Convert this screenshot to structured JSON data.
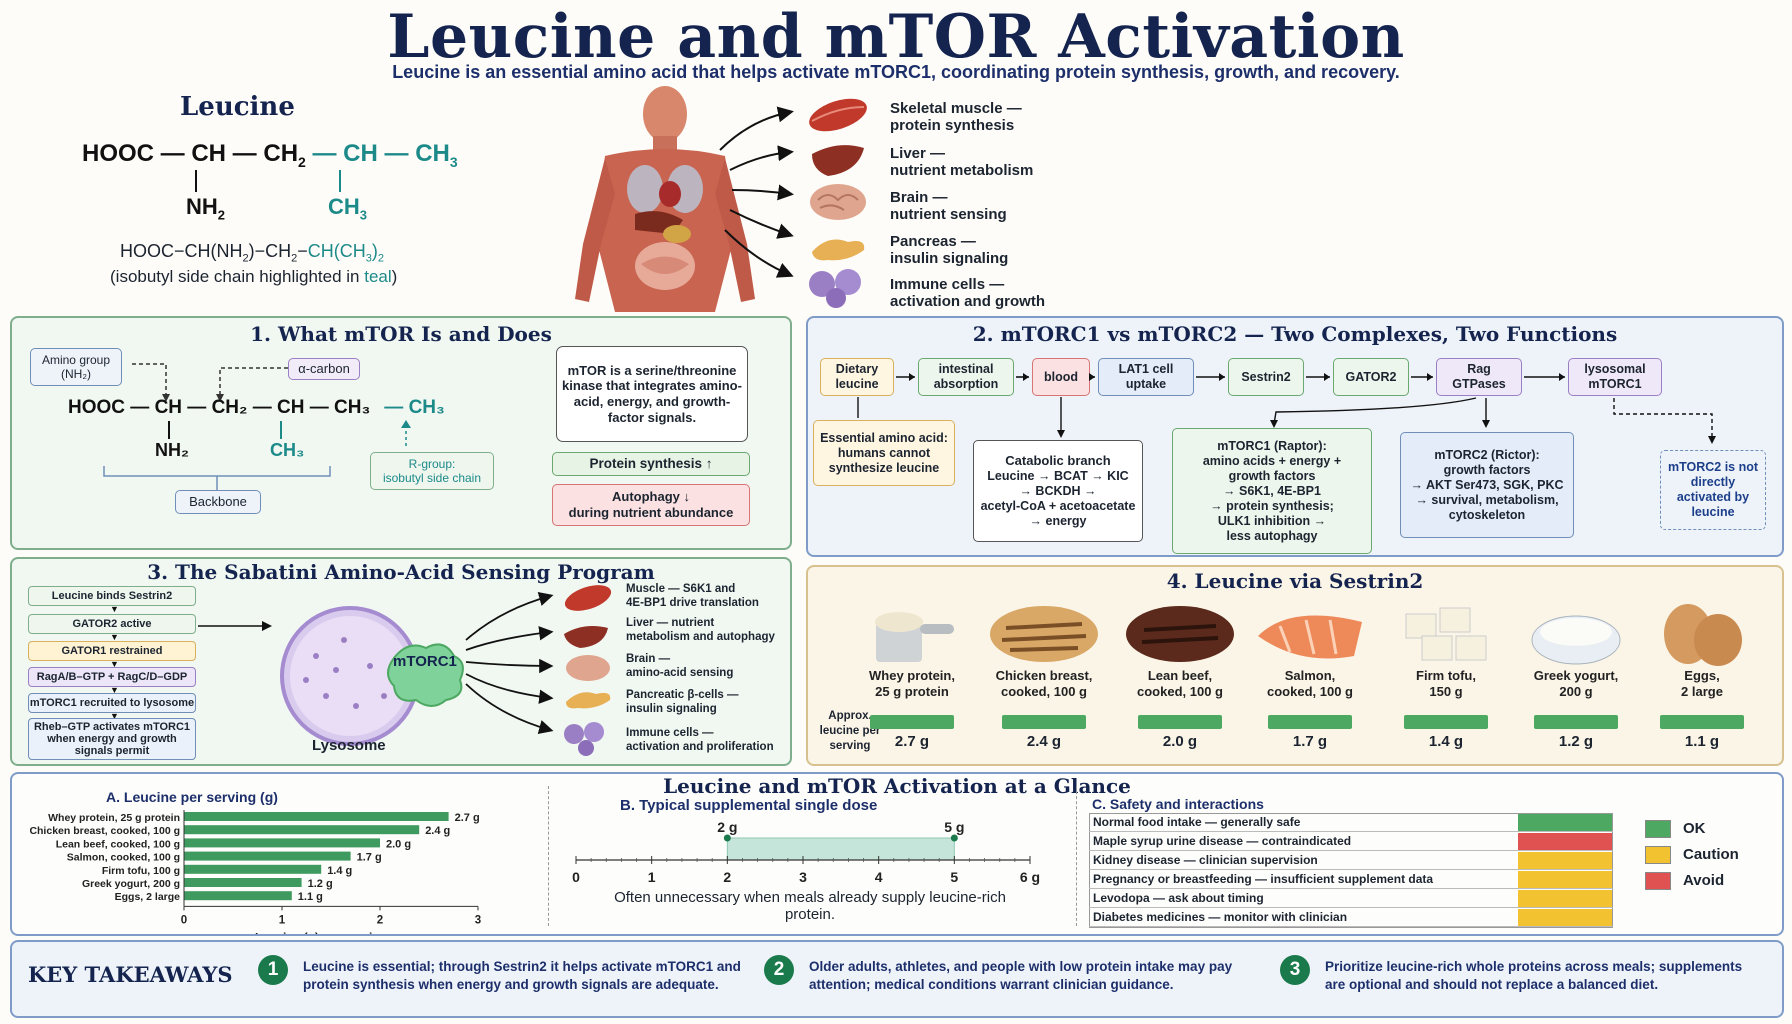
{
  "header": {
    "title": "Leucine and mTOR Activation",
    "subtitle": "Leucine is an essential amino acid that helps activate mTORC1, coordinating protein synthesis, growth, and recovery."
  },
  "leucine_structure": {
    "name": "Leucine",
    "line1_left": "HOOC",
    "line1_ch": "CH",
    "line1_ch2": "CH",
    "line1_ch2_sub": "2",
    "line1_ch_teal": "CH",
    "line1_ch3": "CH",
    "line1_ch3_sub": "3",
    "nh2": "NH",
    "nh2_sub": "2",
    "ch3_teal": "CH",
    "ch3_teal_sub": "3",
    "condensed_prefix": "HOOC−CH(NH",
    "condensed_sub1": "2",
    "condensed_mid": ")−CH",
    "condensed_sub2": "2",
    "condensed_dash": "−",
    "condensed_teal": "CH(CH",
    "condensed_sub3": "3",
    "condensed_teal_end": ")",
    "condensed_sub4": "2",
    "note_prefix": "(isobutyl side chain highlighted in ",
    "note_teal": "teal",
    "note_suffix": ")"
  },
  "organs": [
    {
      "name": "Skeletal muscle —",
      "detail": "protein synthesis",
      "color": "#c0392b"
    },
    {
      "name": "Liver —",
      "detail": "nutrient metabolism",
      "color": "#8e2f23"
    },
    {
      "name": "Brain —",
      "detail": "nutrient sensing",
      "color": "#e0a58e"
    },
    {
      "name": "Pancreas —",
      "detail": "insulin signaling",
      "color": "#e8b054"
    },
    {
      "name": "Immune cells —",
      "detail": "activation and growth",
      "color": "#9b7fc4"
    }
  ],
  "panel1": {
    "title": "1. What mTOR Is and Does",
    "amino_group": "Amino group",
    "amino_group_sub": "(NH₂)",
    "alpha_carbon": "α-carbon",
    "formula_hooc": "HOOC",
    "formula_ch": "CH",
    "formula_ch2": "CH₂",
    "formula_ch3": "CH₃",
    "formula_nh2": "NH₂",
    "formula_ch3_teal": "CH₃",
    "side_ch3": "CH₃",
    "r_group": "R-group:",
    "r_group_detail": "isobutyl side chain",
    "backbone": "Backbone",
    "mtor_desc": "mTOR is a serine/threonine kinase that integrates amino-acid, energy, and growth-factor signals.",
    "protein_synthesis": "Protein synthesis ↑",
    "autophagy": "Autophagy ↓",
    "autophagy_detail": "during nutrient abundance"
  },
  "panel2": {
    "title": "2. mTORC1 vs mTORC2 — Two Complexes, Two Functions",
    "flow": [
      "Dietary leucine",
      "intestinal absorption",
      "blood",
      "LAT1 cell uptake",
      "Sestrin2",
      "GATOR2",
      "Rag GTPases",
      "lysosomal mTORC1"
    ],
    "essential": "Essential amino acid: humans cannot synthesize leucine",
    "catabolic_title": "Catabolic branch",
    "catabolic_l1": "Leucine → BCAT → KIC",
    "catabolic_l2": "→ BCKDH →",
    "catabolic_l3": "acetyl-CoA + acetoacetate",
    "catabolic_l4": "→ energy",
    "mtorc1_l1": "mTORC1 (Raptor):",
    "mtorc1_l2": "amino acids + energy +",
    "mtorc1_l3": "growth factors",
    "mtorc1_l4": "→ S6K1, 4E-BP1",
    "mtorc1_l5": "→ protein synthesis;",
    "mtorc1_l6": "ULK1 inhibition →",
    "mtorc1_l7": "less autophagy",
    "mtorc2_l1": "mTORC2 (Rictor):",
    "mtorc2_l2": "growth factors",
    "mtorc2_l3": "→ AKT Ser473, SGK, PKC",
    "mtorc2_l4": "→ survival, metabolism,",
    "mtorc2_l5": "cytoskeleton",
    "not_directly": "mTORC2 is not directly activated by leucine"
  },
  "panel3": {
    "title": "3. The Sabatini Amino-Acid Sensing Program",
    "steps": [
      "Leucine binds Sestrin2",
      "GATOR2 active",
      "GATOR1 restrained",
      "RagA/B–GTP + RagC/D–GDP",
      "mTORC1 recruited to lysosome",
      "Rheb–GTP activates mTORC1 when energy and growth signals permit"
    ],
    "mtorc1": "mTORC1",
    "lysosome": "Lysosome",
    "targets": [
      {
        "name": "Muscle — S6K1 and",
        "detail": "4E-BP1 drive translation"
      },
      {
        "name": "Liver — nutrient",
        "detail": "metabolism and autophagy"
      },
      {
        "name": "Brain —",
        "detail": "amino-acid sensing"
      },
      {
        "name": "Pancreatic β-cells —",
        "detail": "insulin signaling"
      },
      {
        "name": "Immune cells —",
        "detail": "activation and proliferation"
      }
    ]
  },
  "panel4": {
    "title": "4. Leucine via Sestrin2",
    "approx_label": "Approx. leucine per serving",
    "foods": [
      {
        "name": "Whey protein,",
        "detail": "25 g protein",
        "value": "2.7 g"
      },
      {
        "name": "Chicken breast,",
        "detail": "cooked, 100 g",
        "value": "2.4 g"
      },
      {
        "name": "Lean beef,",
        "detail": "cooked, 100 g",
        "value": "2.0 g"
      },
      {
        "name": "Salmon,",
        "detail": "cooked, 100 g",
        "value": "1.7 g"
      },
      {
        "name": "Firm tofu,",
        "detail": "150 g",
        "value": "1.4 g"
      },
      {
        "name": "Greek yogurt,",
        "detail": "200 g",
        "value": "1.2 g"
      },
      {
        "name": "Eggs,",
        "detail": "2 large",
        "value": "1.1 g"
      }
    ]
  },
  "glance": {
    "title": "Leucine and mTOR Activation at a Glance",
    "dose_title": "B. Typical supplemental single dose",
    "dose_low": "2 g",
    "dose_high": "5 g",
    "dose_range": [
      2,
      5
    ],
    "dose_axis": [
      "0",
      "1",
      "2",
      "3",
      "4",
      "5",
      "6 g"
    ],
    "dose_note": "Often unnecessary when meals already supply leucine-rich protein.",
    "safety_title": "C. Safety and interactions",
    "safety": [
      {
        "label": "Normal food intake — generally safe",
        "status": "OK"
      },
      {
        "label": "Maple syrup urine disease — contraindicated",
        "status": "Avoid"
      },
      {
        "label": "Kidney disease — clinician supervision",
        "status": "Caution"
      },
      {
        "label": "Pregnancy or breastfeeding — insufficient supplement data",
        "status": "Caution"
      },
      {
        "label": "Levodopa — ask about timing",
        "status": "Caution"
      },
      {
        "label": "Diabetes medicines — monitor with clinician",
        "status": "Caution"
      }
    ],
    "legend": [
      {
        "label": "OK",
        "color": "#4da862"
      },
      {
        "label": "Caution",
        "color": "#f2c230"
      },
      {
        "label": "Avoid",
        "color": "#e05252"
      }
    ]
  },
  "chart_data": {
    "type": "bar",
    "title": "A. Leucine per serving (g)",
    "xlabel": "Leucine (g) per serving",
    "ylabel": "",
    "orientation": "horizontal",
    "categories": [
      "Whey protein, 25 g protein",
      "Chicken breast, cooked, 100 g",
      "Lean beef, cooked, 100 g",
      "Salmon, cooked, 100 g",
      "Firm tofu, 100 g",
      "Greek yogurt, 200 g",
      "Eggs, 2 large"
    ],
    "values": [
      2.7,
      2.4,
      2.0,
      1.7,
      1.4,
      1.2,
      1.1
    ],
    "value_labels": [
      "2.7 g",
      "2.4 g",
      "2.0 g",
      "1.7 g",
      "1.4 g",
      "1.2 g",
      "1.1 g"
    ],
    "xlim": [
      0,
      3
    ],
    "xticks": [
      "0",
      "1",
      "2",
      "3"
    ],
    "color": "#3e9a5e"
  },
  "takeaways": {
    "title": "KEY TAKEAWAYS",
    "items": [
      {
        "n": "1",
        "text": "Leucine is essential; through Sestrin2 it helps activate mTORC1 and protein synthesis when energy and growth signals are adequate."
      },
      {
        "n": "2",
        "text": "Older adults, athletes, and people with low protein intake may pay attention; medical conditions warrant clinician guidance."
      },
      {
        "n": "3",
        "text": "Prioritize leucine-rich whole proteins across meals; supplements are optional and should not replace a balanced diet."
      }
    ]
  }
}
